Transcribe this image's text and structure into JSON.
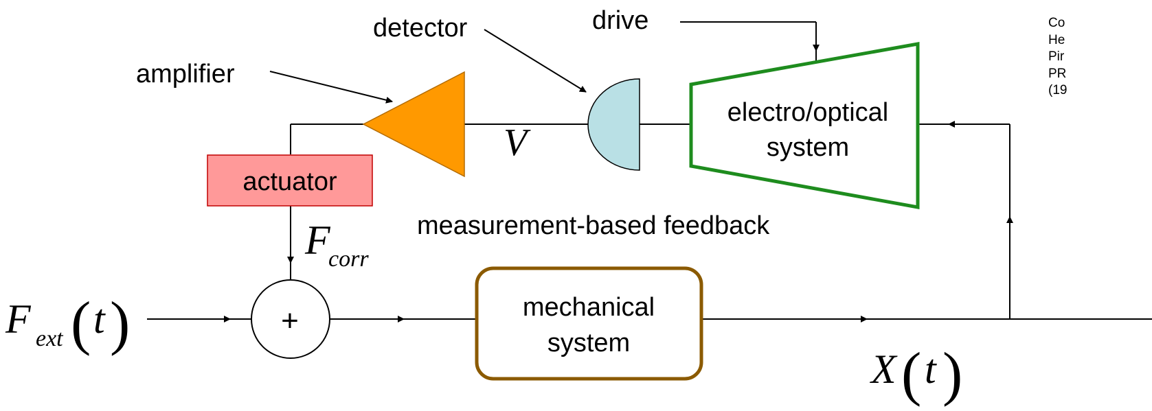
{
  "diagram": {
    "labels": {
      "drive": "drive",
      "detector": "detector",
      "amplifier": "amplifier",
      "actuator": "actuator",
      "electro_optical": [
        "electro/optical",
        "system"
      ],
      "mechanical": [
        "mechanical",
        "system"
      ],
      "feedback_caption": "measurement-based feedback",
      "summing_junction": "+"
    },
    "math": {
      "voltage": "V",
      "f_corr_main": "F",
      "f_corr_sub": "corr",
      "f_ext_main": "F",
      "f_ext_sub": "ext",
      "f_ext_arg": "t",
      "x_main": "X",
      "x_arg": "t",
      "open_paren": "(",
      "close_paren": ")"
    },
    "citation_lines": [
      "Co",
      "He",
      "Pir",
      "PR",
      "(19"
    ],
    "colors": {
      "amplifier_fill": "#FF9900",
      "detector_fill": "#B9E0E5",
      "actuator_fill": "#FF9999",
      "actuator_stroke": "#C00000",
      "electro_optical_stroke": "#1E8C1E",
      "mechanical_stroke": "#8B5A00",
      "line": "#000000"
    }
  }
}
